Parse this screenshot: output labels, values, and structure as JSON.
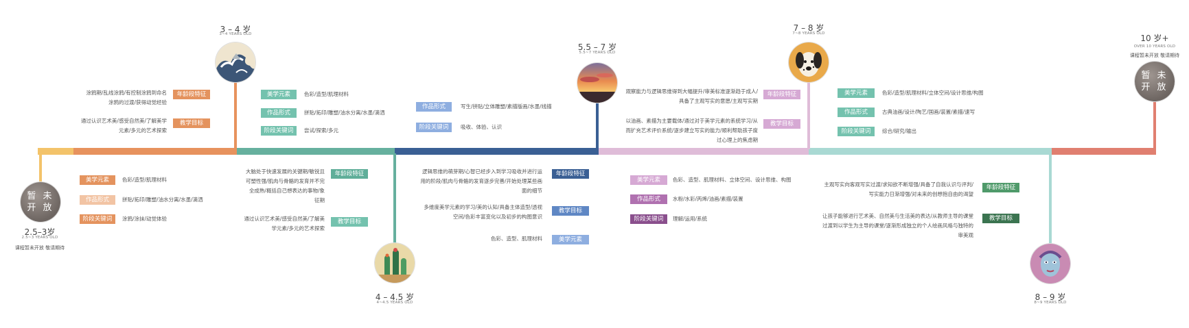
{
  "colors": {
    "yellow": "#f3c36a",
    "orange": "#e7925d",
    "teal": "#66b09e",
    "navy": "#3a5f94",
    "pink": "#dfbcd8",
    "mint": "#a9d9d3",
    "coral": "#e07f70",
    "orange_tag": "#e4935e",
    "orange_light_tag": "#f2c4a4",
    "teal_tag": "#74c2ae",
    "teal_dark_tag": "#5fae99",
    "blue_tag": "#5f87c4",
    "blue_light_tag": "#8eaee0",
    "pink_tag": "#d6a9d4",
    "purple_tag": "#b071b0",
    "purple_dark_tag": "#8a4f8d",
    "green_tag": "#4f9a6a",
    "green_dark_tag": "#3b7450"
  },
  "stages": {
    "s1": {
      "age": "2.5–3岁",
      "sub": "2.5~3 YEARS OLD",
      "note": "课程暂未开放 敬请期待",
      "node_text": [
        "暂 未",
        "开 放"
      ]
    },
    "s2": {
      "age": "3 – 4 岁",
      "sub": "3~4 YEARS OLD"
    },
    "s3": {
      "age": "4 – 4.5 岁",
      "sub": "4~4.5 YEARS OLD"
    },
    "s4": {
      "age": "5.5 – 7 岁",
      "sub": "5.5~7 YEARS OLD"
    },
    "s5": {
      "age": "7 – 8 岁",
      "sub": "7~8 YEARS OLD"
    },
    "s6": {
      "age": "8 – 9 岁",
      "sub": "8~9 YEARS OLD"
    },
    "s7": {
      "age": "10 岁+",
      "sub": "OVER 10 YEARS OLD",
      "note": "课程暂未开放 敬请期待",
      "node_text": [
        "暂 未",
        "开 放"
      ]
    }
  },
  "blocks": {
    "b2a": {
      "traits_tag": "年龄段特征",
      "traits_text": "涂鸦期/乱线涂鸦/有控制涂鸦到命名涂鸦的过渡/获得动觉经验",
      "goal_tag": "教学目标",
      "goal_text": "通过认识艺术美/感受自然美/了解美学元素/多元的艺术探索"
    },
    "b2b": {
      "aesthetic_tag": "美学元素",
      "aesthetic_val": "色彩/造型/肌理材料",
      "form_tag": "作品形式",
      "form_val": "拼贴/拓印/雕塑/油水分离/水墨/滴洒",
      "key_tag": "阶段关键词",
      "key_val": "尝试/探索/多元"
    },
    "b1": {
      "aesthetic_tag": "美学元素",
      "aesthetic_val": "色彩/造型/肌理材料",
      "form_tag": "作品形式",
      "form_val": "拼贴/拓印/雕塑/油水分离/水墨/滴洒",
      "key_tag": "阶段关键词",
      "key_val": "涂鸦/涂抹/动觉体验"
    },
    "b3": {
      "traits_tag": "年龄段特征",
      "traits_text": "大脑处于快速发展的关键期/敏锐且可塑性强/肌肉与骨骼的发育并不完全成熟/概括自己想表达的事物/象征期",
      "goal_tag": "教学目标",
      "goal_text": "通过认识艺术美/感受自然美/了解美学元素/多元的艺术探索"
    },
    "b4a": {
      "form_tag": "作品形式",
      "form_val": "写生/拼贴/立体雕塑/素描版画/水墨/线描",
      "key_tag": "阶段关键词",
      "key_val": "吸收、体验、认识"
    },
    "b4b": {
      "traits_tag": "年龄段特征",
      "traits_text": "逻辑思维的萌芽期/心智已经步入到学习吸收并进行运用的阶段/肌肉与骨骼的发育逐步完善/开始处理某些画面的细节",
      "goal_tag": "教学目标",
      "goal_text": "多维度美学元素的学习/美的认知/具备主体造型/透视空间/色彩丰富变化以及初步的构图意识",
      "aesthetic_tag": "美学元素",
      "aesthetic_text": "色彩、造型、肌理材料"
    },
    "b5a": {
      "traits_tag": "年龄段特征",
      "traits_text": "观察能力与逻辑思维得到大幅提升/审美标准逐渐趋于成人/具备了主观写实的意愿/主观写实期",
      "goal_tag": "教学目标",
      "goal_text": "以油画、素描为主要载体/通过对于美学元素的系统学习/从而扩充艺术评价系统/逐步建立写实的能力/顺利帮助孩子度过心理上的焦虑期"
    },
    "b5b": {
      "aesthetic_tag": "美学元素",
      "aesthetic_val": "色彩、造型、肌理材料、立体空间、设计思维、构图",
      "form_tag": "作品形式",
      "form_val": "水粉/水彩/丙烯/油画/素描/装置",
      "key_tag": "阶段关键词",
      "key_val": "理解/运用/系统"
    },
    "b6a": {
      "aesthetic_tag": "美学元素",
      "aesthetic_val": "色彩/造型/肌理材料/立体空间/设计思维/构图",
      "form_tag": "作品形式",
      "form_val": "古典油画/设计/陶艺/国画/装置/素描/速写",
      "key_tag": "阶段关键词",
      "key_val": "综合/研究/输出"
    },
    "b6b": {
      "traits_tag": "年龄段特征",
      "traits_text": "主观写实向客观写实过渡/求知欲不断增强/具备了自我认识与评判/写实能力日渐增强/对未来的创想抱自由的渴望",
      "goal_tag": "教学目标",
      "goal_text": "让孩子能够进行艺术美、自然美与生活美的表达/从教师主导的课堂过渡到以学生为主导的课堂/逐渐形成独立的个人绘画风格与独特的审美观"
    }
  }
}
